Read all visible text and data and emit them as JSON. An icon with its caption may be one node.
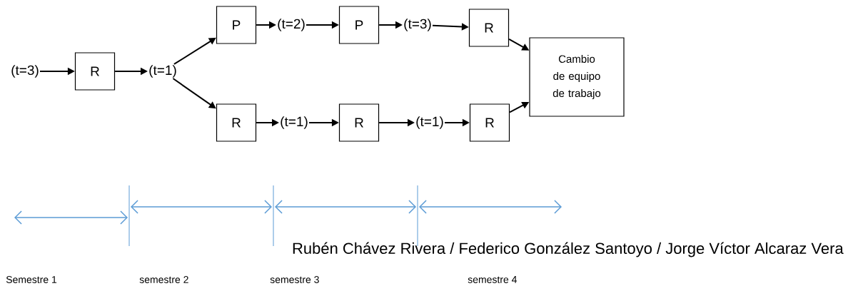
{
  "diagram": {
    "nodes": [
      {
        "text": [
          "(t=3)"
        ]
      },
      {
        "text": [
          "R"
        ]
      },
      {
        "text": [
          "(t=1)"
        ]
      },
      {
        "text": [
          "P"
        ]
      },
      {
        "text": [
          "(t=2)"
        ]
      },
      {
        "text": [
          "P"
        ]
      },
      {
        "text": [
          "(t=3)"
        ]
      },
      {
        "text": [
          "R"
        ]
      },
      {
        "text": [
          "R"
        ]
      },
      {
        "text": [
          "(t=1)"
        ]
      },
      {
        "text": [
          "R"
        ]
      },
      {
        "text": [
          "(t=1)"
        ]
      },
      {
        "text": [
          "R"
        ]
      },
      {
        "text": [
          "Cambio de equipo de trabajo"
        ]
      }
    ],
    "edges": [
      {
        "from": 0,
        "to": 1,
        "arrow": "to"
      },
      {
        "from": 1,
        "to": 2,
        "arrow": "to"
      },
      {
        "from": 2,
        "to": 3,
        "arrow": "to"
      },
      {
        "from": 2,
        "to": 8,
        "arrow": "to"
      },
      {
        "from": 3,
        "to": 4,
        "arrow": "to"
      },
      {
        "from": 4,
        "to": 5,
        "arrow": "to"
      },
      {
        "from": 5,
        "to": 6,
        "arrow": "to"
      },
      {
        "from": 6,
        "to": 7,
        "arrow": "to"
      },
      {
        "from": 7,
        "to": 13,
        "arrow": "to"
      },
      {
        "from": 8,
        "to": 9,
        "arrow": "to"
      },
      {
        "from": 9,
        "to": 10,
        "arrow": "to"
      },
      {
        "from": 10,
        "to": 11,
        "arrow": "to"
      },
      {
        "from": 11,
        "to": 12,
        "arrow": "to"
      },
      {
        "from": 12,
        "to": 13,
        "arrow": "to"
      }
    ],
    "labels": [
      "Rubén Chávez Rivera / Federico González Santoyo / Jorge Víctor Alcaraz Vera",
      "Semestre 1",
      "semestre 2",
      "semestre 3",
      "semestre 4"
    ]
  }
}
